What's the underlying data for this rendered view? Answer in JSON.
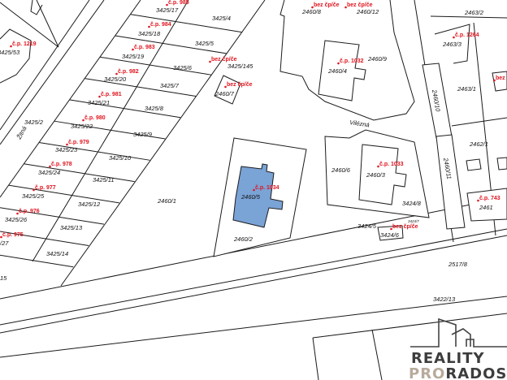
{
  "map": {
    "highlight_color": "#7aa3d6",
    "house_number_color": "#e0141e",
    "parcels": [
      "3425/17",
      "3425/4",
      "3425/18",
      "3425/5",
      "3425/19",
      "3425/6",
      "3425/145",
      "2460/7",
      "3425/20",
      "3425/7",
      "3425/21",
      "3425/8",
      "3425/2",
      "3425/22",
      "3425/9",
      "3425/23",
      "3425/10",
      "3425/24",
      "3425/11",
      "3425/25",
      "3425/12",
      "3425/26",
      "3425/13",
      "/27",
      "3425/14",
      "15",
      "3425/53",
      "2460/1",
      "2460/5",
      "2460/2",
      "2460/8",
      "2460/12",
      "2463/2",
      "2463/3",
      "2460/9",
      "2460/4",
      "2463/1",
      "2460/10",
      "2462/1",
      "2460/11",
      "2460/6",
      "2460/3",
      "3424/8",
      "2461",
      "3424/5",
      "3424/6",
      "3424/7",
      "2517/8",
      "3422/13"
    ],
    "streets": [
      "Žitná",
      "Vilézná"
    ],
    "house_numbers": [
      "č.p. 985",
      "č.p. 984",
      "č.p. 983",
      "č.p. 982",
      "č.p. 981",
      "č.p. 980",
      "č.p. 979",
      "č.p. 978",
      "č.p. 977",
      "č.p. 976",
      "č.p. 975",
      "č.p. 1219",
      "bez čp/če",
      "bez čp/če",
      "č.p. 1034",
      "bez čp/če",
      "bez čp/če",
      "č.p. 1032",
      "č.p. 1264",
      "bez",
      "č.p. 1033",
      "č.p. 743",
      "bez čp/če"
    ]
  },
  "logo": {
    "line1": "REALITY",
    "line2a": "PRO",
    "line2b": "RADOST"
  }
}
